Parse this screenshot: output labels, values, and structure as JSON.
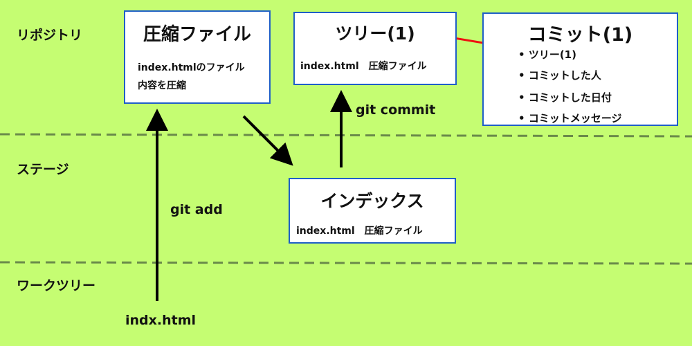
{
  "layers": {
    "repository": "リポジトリ",
    "stage": "ステージ",
    "worktree": "ワークツリー"
  },
  "compressed": {
    "title": "圧縮ファイル",
    "line1": "index.htmlのファイル",
    "line2": "内容を圧縮"
  },
  "tree": {
    "title": "ツリー(1)",
    "content": "index.html　圧縮ファイル"
  },
  "commit": {
    "title": "コミット(1)",
    "items": [
      "ツリー(1)",
      "コミットした人",
      "コミットした日付",
      "コミットメッセージ"
    ]
  },
  "index": {
    "title": "インデックス",
    "content": "index.html　圧縮ファイル"
  },
  "labels": {
    "git_add": "git add",
    "git_commit": "git commit",
    "file": "indx.html"
  },
  "colors": {
    "background": "#c5fd72",
    "border": "#1f5fc8",
    "arrow_red": "#ee1111",
    "divider": "#6a8a4a"
  }
}
